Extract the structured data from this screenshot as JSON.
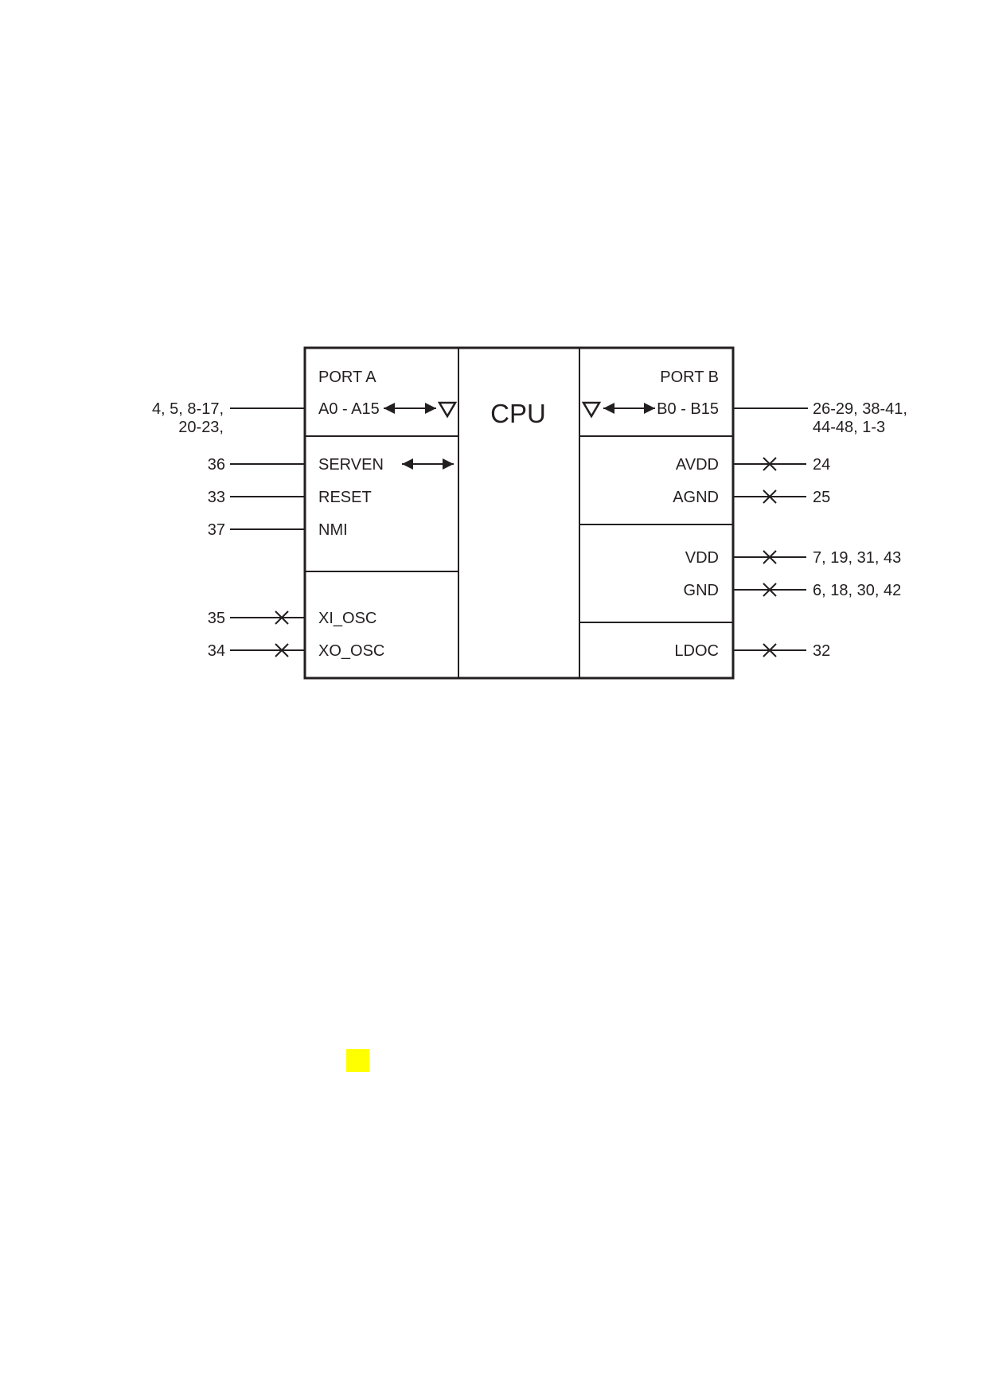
{
  "diagram": {
    "cpu_label": "CPU",
    "left_block": {
      "port_label": "PORT A",
      "port_pins": "A0 - A15",
      "port_numbers_line1": "4, 5, 8-17,",
      "port_numbers_line2": "20-23,",
      "serven": "SERVEN",
      "serven_pin": "36",
      "reset": "RESET",
      "reset_pin": "33",
      "nmi": "NMI",
      "nmi_pin": "37",
      "xi_osc": "XI_OSC",
      "xi_osc_pin": "35",
      "xo_osc": "XO_OSC",
      "xo_osc_pin": "34"
    },
    "right_block": {
      "port_label": "PORT B",
      "port_pins": "B0 - B15",
      "port_numbers_line1": "26-29, 38-41,",
      "port_numbers_line2": "44-48, 1-3",
      "avdd": "AVDD",
      "avdd_pin": "24",
      "agnd": "AGND",
      "agnd_pin": "25",
      "vdd": "VDD",
      "vdd_pin": "7, 19, 31, 43",
      "gnd": "GND",
      "gnd_pin": "6, 18, 30, 42",
      "ldoc": "LDOC",
      "ldoc_pin": "32"
    },
    "marker_color": "#ffff00"
  }
}
